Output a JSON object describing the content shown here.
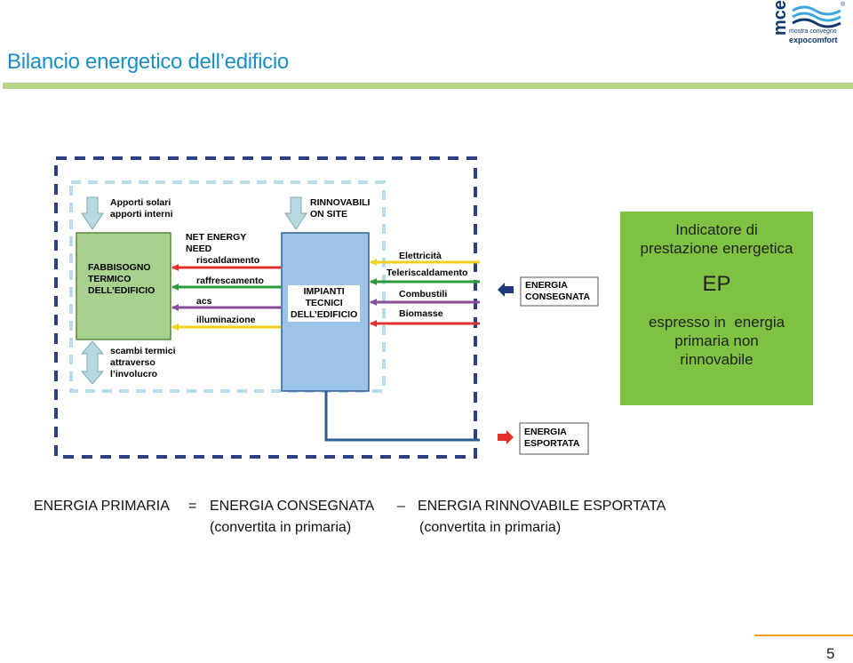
{
  "title": "Bilancio energetico dell’edificio",
  "logo": {
    "brand": "mce",
    "registered": "®",
    "line1": "mostra convegno",
    "line2": "expocomfort",
    "colors": {
      "navy": "#0f3a6e",
      "wave": "#3aa8dc"
    }
  },
  "diagram": {
    "apporti": [
      "Apporti solari",
      "apporti interni"
    ],
    "scambi": [
      "scambi termici",
      "attraverso",
      "l’involucro"
    ],
    "fabbisogno": [
      "FABBISOGNO",
      "TERMICO",
      "DELL’EDIFICIO"
    ],
    "net_energy": [
      "NET ENERGY",
      "NEED"
    ],
    "needs": [
      {
        "label": "riscaldamento",
        "color": "#e0302c"
      },
      {
        "label": "raffrescamento",
        "color": "#2e9b3a"
      },
      {
        "label": "acs",
        "color": "#8a4e98"
      },
      {
        "label": "illuminazione",
        "color": "#f2d01a"
      }
    ],
    "rinnovabili": [
      "RINNOVABILI",
      "ON SITE"
    ],
    "impianti": [
      "IMPIANTI",
      "TECNICI",
      "DELL’EDIFICIO"
    ],
    "sources": [
      {
        "label": "Elettricità",
        "color": "#f2d01a"
      },
      {
        "label": "Teleriscaldamento",
        "color": "#2e9b3a"
      },
      {
        "label": "Combustili",
        "color": "#8a4e98"
      },
      {
        "label": "Biomasse",
        "color": "#e0302c"
      }
    ],
    "consegnata": [
      "ENERGIA",
      "CONSEGNATA"
    ],
    "esportata": [
      "ENERGIA",
      "ESPORTATA"
    ],
    "colors": {
      "box_green": "#a9d18e",
      "box_green_border": "#5a8a3a",
      "box_blue": "#9dc3e6",
      "box_blue_border": "#2e5f94",
      "outer_dash": "#2b3f86",
      "inner_dash": "#b7dcec",
      "export_line": "#2e5f94",
      "arrow_navy": "#1f3a7a",
      "arrow_red": "#e0302c"
    }
  },
  "ep_panel": {
    "heading": [
      "Indicatore di",
      "prestazione energetica"
    ],
    "ep": "EP",
    "desc": [
      "espresso in  energia",
      "primaria non",
      "rinnovabile"
    ]
  },
  "equation": {
    "lhs": "ENERGIA PRIMARIA",
    "eq": "=",
    "term1": "ENERGIA CONSEGNATA",
    "term1_note": "(convertita in primaria)",
    "minus": "–",
    "term2": "ENERGIA RINNOVABILE ESPORTATA",
    "term2_note": "(convertita in primaria)"
  },
  "page_number": "5"
}
